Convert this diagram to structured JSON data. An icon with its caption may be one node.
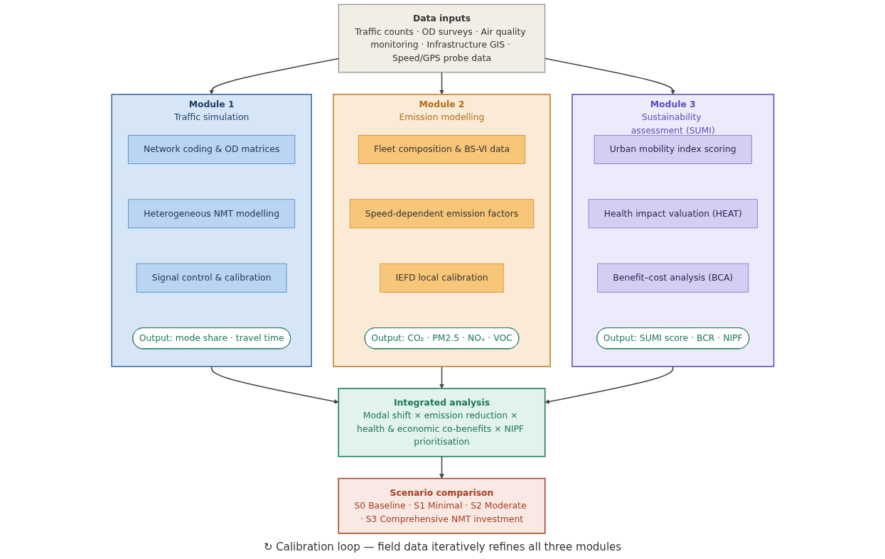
{
  "diagram": {
    "caption": "↻ Calibration loop — field data iteratively refines all three modules",
    "nodes": [
      {
        "text": [
          "Data inputs",
          "Traffic counts · OD surveys · Air quality monitoring · Infrastructure GIS · Speed/GPS probe data"
        ]
      },
      {
        "text": [
          "Module 1",
          "Traffic simulation"
        ]
      },
      {
        "text": [
          "Network coding & OD matrices"
        ],
        "in": 1
      },
      {
        "text": [
          "Heterogeneous NMT modelling"
        ],
        "in": 1
      },
      {
        "text": [
          "Signal control & calibration"
        ],
        "in": 1
      },
      {
        "text": [
          "Output: mode share · travel time"
        ],
        "in": 1
      },
      {
        "text": [
          "Module 2",
          "Emission modelling"
        ]
      },
      {
        "text": [
          "Fleet composition & BS-VI data"
        ],
        "in": 6
      },
      {
        "text": [
          "Speed-dependent emission factors"
        ],
        "in": 6
      },
      {
        "text": [
          "IEFD local calibration"
        ],
        "in": 6
      },
      {
        "text": [
          "Output: CO₂ · PM2.5 · NOₓ · VOC"
        ],
        "in": 6
      },
      {
        "text": [
          "Module 3",
          "Sustainability assessment (SUMI)"
        ]
      },
      {
        "text": [
          "Urban mobility index scoring"
        ],
        "in": 11
      },
      {
        "text": [
          "Health impact valuation (HEAT)"
        ],
        "in": 11
      },
      {
        "text": [
          "Benefit–cost analysis (BCA)"
        ],
        "in": 11
      },
      {
        "text": [
          "Output: SUMI score · BCR · NIPF"
        ],
        "in": 11
      },
      {
        "text": [
          "Integrated analysis",
          "Modal shift × emission reduction × health & economic co-benefits × NIPF prioritisation"
        ]
      },
      {
        "text": [
          "Scenario comparison",
          "S0 Baseline · S1 Minimal · S2 Moderate · S3 Comprehensive NMT investment"
        ]
      }
    ],
    "edges": [
      {
        "from": 0,
        "to": 1,
        "arrow": "to"
      },
      {
        "from": 0,
        "to": 6,
        "arrow": "to"
      },
      {
        "from": 0,
        "to": 11,
        "arrow": "to"
      },
      {
        "from": 1,
        "to": 16,
        "arrow": "to"
      },
      {
        "from": 6,
        "to": 16,
        "arrow": "to"
      },
      {
        "from": 11,
        "to": 16,
        "arrow": "to"
      },
      {
        "from": 16,
        "to": 17,
        "arrow": "to"
      }
    ]
  }
}
